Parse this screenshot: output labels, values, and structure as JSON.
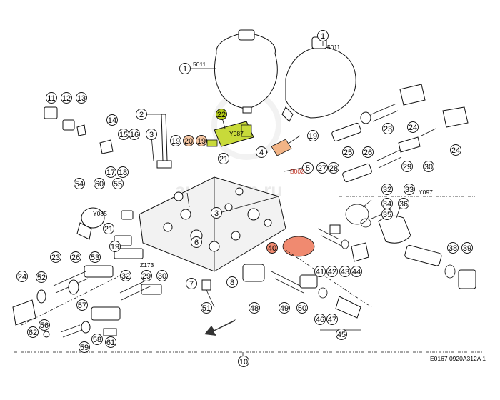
{
  "diagram": {
    "footer_code": "E0167 0920A312A 1",
    "labels": {
      "n1a": "1",
      "n1b": "1",
      "n2": "2",
      "n3": "3",
      "n3b": "3",
      "n4": "4",
      "n5": "5",
      "n6": "6",
      "n7": "7",
      "n8": "8",
      "n10": "10",
      "n11": "11",
      "n12": "12",
      "n13": "13",
      "n14": "14",
      "n15": "15",
      "n16": "16",
      "n17": "17",
      "n18": "18",
      "n19a": "19",
      "n19b": "19",
      "n19c": "19",
      "n19d": "19",
      "n20": "20",
      "n21a": "21",
      "n21b": "21",
      "n22": "22",
      "n23a": "23",
      "n23b": "23",
      "n24a": "24",
      "n24b": "24",
      "n24c": "24",
      "n25": "25",
      "n26a": "26",
      "n26b": "26",
      "n27": "27",
      "n28": "28",
      "n29a": "29",
      "n29b": "29",
      "n30a": "30",
      "n30b": "30",
      "n32a": "32",
      "n32b": "32",
      "n33": "33",
      "n34": "34",
      "n35": "35",
      "n36": "36",
      "n38": "38",
      "n39": "39",
      "n40": "40",
      "n41": "41",
      "n42": "42",
      "n43": "43",
      "n44": "44",
      "n45": "45",
      "n46": "46",
      "n47": "47",
      "n48": "48",
      "n49": "49",
      "n50": "50",
      "n51": "51",
      "n52": "52",
      "n53": "53",
      "n54": "54",
      "n55": "55",
      "n56": "56",
      "n57": "57",
      "n58": "58",
      "n59": "59",
      "n60": "60",
      "n61": "61",
      "n62": "62"
    },
    "codes": {
      "c5011a": "5011",
      "c5011b": "5011",
      "y087": "Y087",
      "y085": "Y085",
      "y097": "Y097",
      "b002": "B002",
      "z173": "Z173"
    },
    "watermark": "autoshop.ru",
    "highlight_colors": {
      "green": "#b5cc18",
      "red": "#e8553a",
      "orange": "#f0a56b"
    }
  }
}
